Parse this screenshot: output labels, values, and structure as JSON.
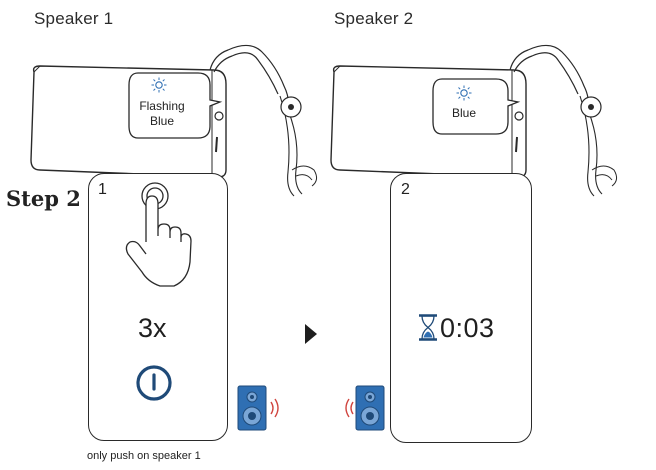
{
  "titles": {
    "speaker1": "Speaker 1",
    "speaker2": "Speaker 2"
  },
  "step_label": "Step 2",
  "panel1": {
    "number": "1",
    "press_count": "3x",
    "bubble_line1": "Flashing",
    "bubble_line2": "Blue",
    "note": "only push on speaker 1"
  },
  "panel2": {
    "number": "2",
    "timer": "0:03",
    "bubble_text": "Blue"
  },
  "colors": {
    "power_icon": "#1f4a78",
    "speaker_blue": "#2f6fb3",
    "speaker_cone": "#7aa6d6",
    "signal_red": "#d0453f",
    "line": "#2a2a2a"
  },
  "icons": [
    "sun-icon",
    "hand-press-icon",
    "power-icon",
    "speaker-icon",
    "hourglass-icon",
    "arrow-right-icon"
  ]
}
